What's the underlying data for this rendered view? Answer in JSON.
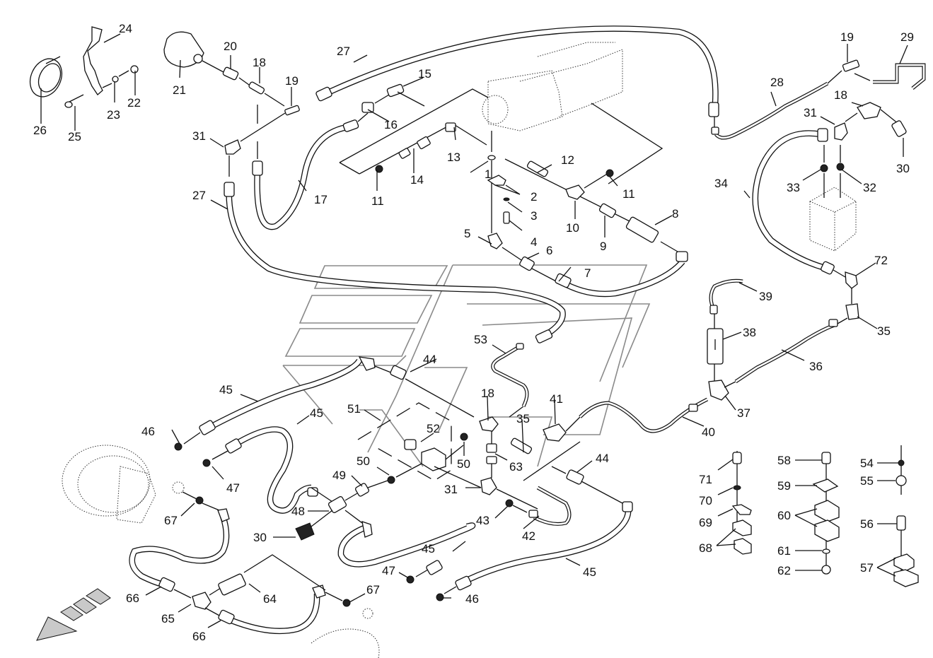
{
  "diagram": {
    "type": "exploded-parts-diagram",
    "subject": "hydraulic hose and fitting assembly",
    "callouts": [
      {
        "id": "c1",
        "label": "1"
      },
      {
        "id": "c2",
        "label": "2"
      },
      {
        "id": "c3",
        "label": "3"
      },
      {
        "id": "c4",
        "label": "4"
      },
      {
        "id": "c5",
        "label": "5"
      },
      {
        "id": "c6",
        "label": "6"
      },
      {
        "id": "c7",
        "label": "7"
      },
      {
        "id": "c8",
        "label": "8"
      },
      {
        "id": "c9",
        "label": "9"
      },
      {
        "id": "c10",
        "label": "10"
      },
      {
        "id": "c11a",
        "label": "11"
      },
      {
        "id": "c11b",
        "label": "11"
      },
      {
        "id": "c12",
        "label": "12"
      },
      {
        "id": "c13",
        "label": "13"
      },
      {
        "id": "c14",
        "label": "14"
      },
      {
        "id": "c15",
        "label": "15"
      },
      {
        "id": "c16",
        "label": "16"
      },
      {
        "id": "c17",
        "label": "17"
      },
      {
        "id": "c18a",
        "label": "18"
      },
      {
        "id": "c18b",
        "label": "18"
      },
      {
        "id": "c18c",
        "label": "18"
      },
      {
        "id": "c19a",
        "label": "19"
      },
      {
        "id": "c19b",
        "label": "19"
      },
      {
        "id": "c20",
        "label": "20"
      },
      {
        "id": "c21",
        "label": "21"
      },
      {
        "id": "c22",
        "label": "22"
      },
      {
        "id": "c23",
        "label": "23"
      },
      {
        "id": "c24",
        "label": "24"
      },
      {
        "id": "c25",
        "label": "25"
      },
      {
        "id": "c26",
        "label": "26"
      },
      {
        "id": "c27a",
        "label": "27"
      },
      {
        "id": "c27b",
        "label": "27"
      },
      {
        "id": "c28",
        "label": "28"
      },
      {
        "id": "c29",
        "label": "29"
      },
      {
        "id": "c30a",
        "label": "30"
      },
      {
        "id": "c30b",
        "label": "30"
      },
      {
        "id": "c31a",
        "label": "31"
      },
      {
        "id": "c31b",
        "label": "31"
      },
      {
        "id": "c31c",
        "label": "31"
      },
      {
        "id": "c32",
        "label": "32"
      },
      {
        "id": "c33",
        "label": "33"
      },
      {
        "id": "c34",
        "label": "34"
      },
      {
        "id": "c35a",
        "label": "35"
      },
      {
        "id": "c35b",
        "label": "35"
      },
      {
        "id": "c36",
        "label": "36"
      },
      {
        "id": "c37",
        "label": "37"
      },
      {
        "id": "c38",
        "label": "38"
      },
      {
        "id": "c39",
        "label": "39"
      },
      {
        "id": "c40",
        "label": "40"
      },
      {
        "id": "c41",
        "label": "41"
      },
      {
        "id": "c42",
        "label": "42"
      },
      {
        "id": "c43",
        "label": "43"
      },
      {
        "id": "c44a",
        "label": "44"
      },
      {
        "id": "c44b",
        "label": "44"
      },
      {
        "id": "c45a",
        "label": "45"
      },
      {
        "id": "c45b",
        "label": "45"
      },
      {
        "id": "c45c",
        "label": "45"
      },
      {
        "id": "c45d",
        "label": "45"
      },
      {
        "id": "c46a",
        "label": "46"
      },
      {
        "id": "c46b",
        "label": "46"
      },
      {
        "id": "c47a",
        "label": "47"
      },
      {
        "id": "c47b",
        "label": "47"
      },
      {
        "id": "c48",
        "label": "48"
      },
      {
        "id": "c49",
        "label": "49"
      },
      {
        "id": "c50a",
        "label": "50"
      },
      {
        "id": "c50b",
        "label": "50"
      },
      {
        "id": "c51",
        "label": "51"
      },
      {
        "id": "c52",
        "label": "52"
      },
      {
        "id": "c53",
        "label": "53"
      },
      {
        "id": "c54",
        "label": "54"
      },
      {
        "id": "c55",
        "label": "55"
      },
      {
        "id": "c56",
        "label": "56"
      },
      {
        "id": "c57",
        "label": "57"
      },
      {
        "id": "c58",
        "label": "58"
      },
      {
        "id": "c59",
        "label": "59"
      },
      {
        "id": "c60",
        "label": "60"
      },
      {
        "id": "c61",
        "label": "61"
      },
      {
        "id": "c62",
        "label": "62"
      },
      {
        "id": "c63",
        "label": "63"
      },
      {
        "id": "c64",
        "label": "64"
      },
      {
        "id": "c65",
        "label": "65"
      },
      {
        "id": "c66a",
        "label": "66"
      },
      {
        "id": "c66b",
        "label": "66"
      },
      {
        "id": "c67a",
        "label": "67"
      },
      {
        "id": "c67b",
        "label": "67"
      },
      {
        "id": "c68",
        "label": "68"
      },
      {
        "id": "c69",
        "label": "69"
      },
      {
        "id": "c70",
        "label": "70"
      },
      {
        "id": "c71",
        "label": "71"
      },
      {
        "id": "c72",
        "label": "72"
      }
    ],
    "direction_indicator": "travel-direction-arrow",
    "colors": {
      "line": "#111111",
      "watermark": "#8a8a8a",
      "background": "#ffffff"
    }
  }
}
